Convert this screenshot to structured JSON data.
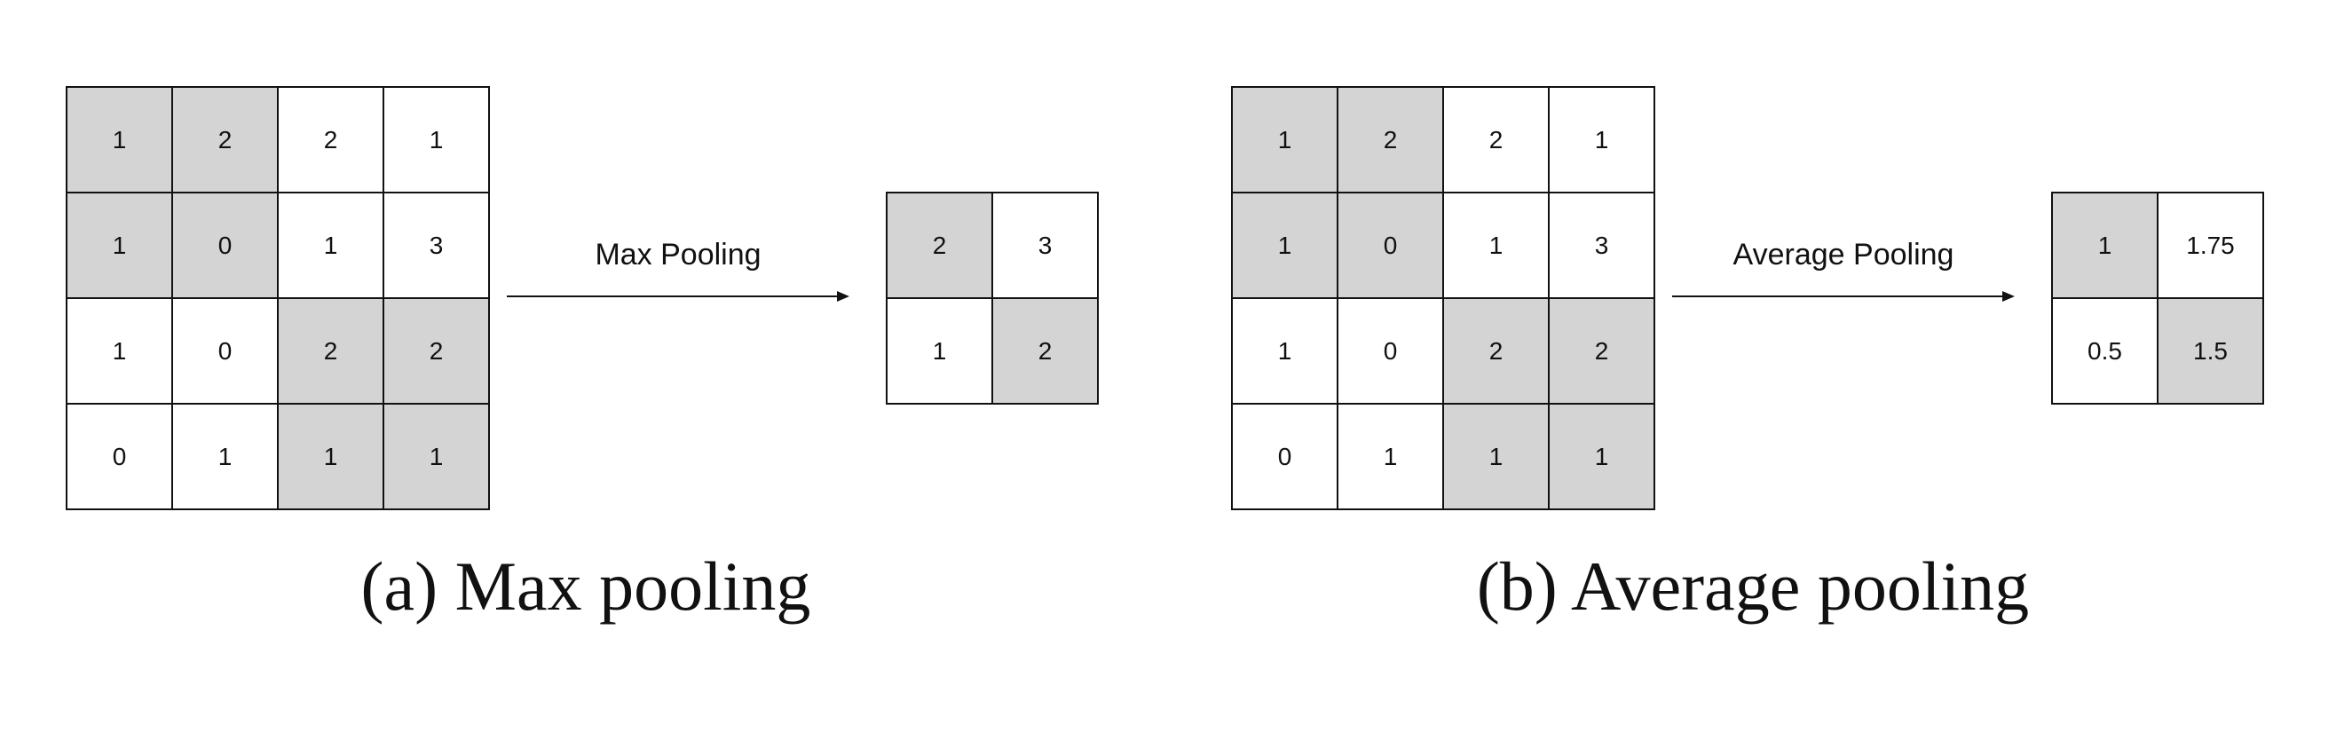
{
  "panels": [
    {
      "id": "max",
      "caption": "(a) Max pooling",
      "operation_label": "Max Pooling",
      "input_grid": [
        [
          "1",
          "2",
          "2",
          "1"
        ],
        [
          "1",
          "0",
          "1",
          "3"
        ],
        [
          "1",
          "0",
          "2",
          "2"
        ],
        [
          "0",
          "1",
          "1",
          "1"
        ]
      ],
      "input_shaded": [
        [
          true,
          true,
          false,
          false
        ],
        [
          true,
          true,
          false,
          false
        ],
        [
          false,
          false,
          true,
          true
        ],
        [
          false,
          false,
          true,
          true
        ]
      ],
      "output_grid": [
        [
          "2",
          "3"
        ],
        [
          "1",
          "2"
        ]
      ],
      "output_shaded": [
        [
          true,
          false
        ],
        [
          false,
          true
        ]
      ]
    },
    {
      "id": "avg",
      "caption": "(b) Average pooling",
      "operation_label": "Average Pooling",
      "input_grid": [
        [
          "1",
          "2",
          "2",
          "1"
        ],
        [
          "1",
          "0",
          "1",
          "3"
        ],
        [
          "1",
          "0",
          "2",
          "2"
        ],
        [
          "0",
          "1",
          "1",
          "1"
        ]
      ],
      "input_shaded": [
        [
          true,
          true,
          false,
          false
        ],
        [
          true,
          true,
          false,
          false
        ],
        [
          false,
          false,
          true,
          true
        ],
        [
          false,
          false,
          true,
          true
        ]
      ],
      "output_grid": [
        [
          "1",
          "1.75"
        ],
        [
          "0.5",
          "1.5"
        ]
      ],
      "output_shaded": [
        [
          true,
          false
        ],
        [
          false,
          true
        ]
      ]
    }
  ],
  "colors": {
    "shaded_cell": "#d4d4d4",
    "plain_cell": "#ffffff",
    "line": "#111111"
  }
}
